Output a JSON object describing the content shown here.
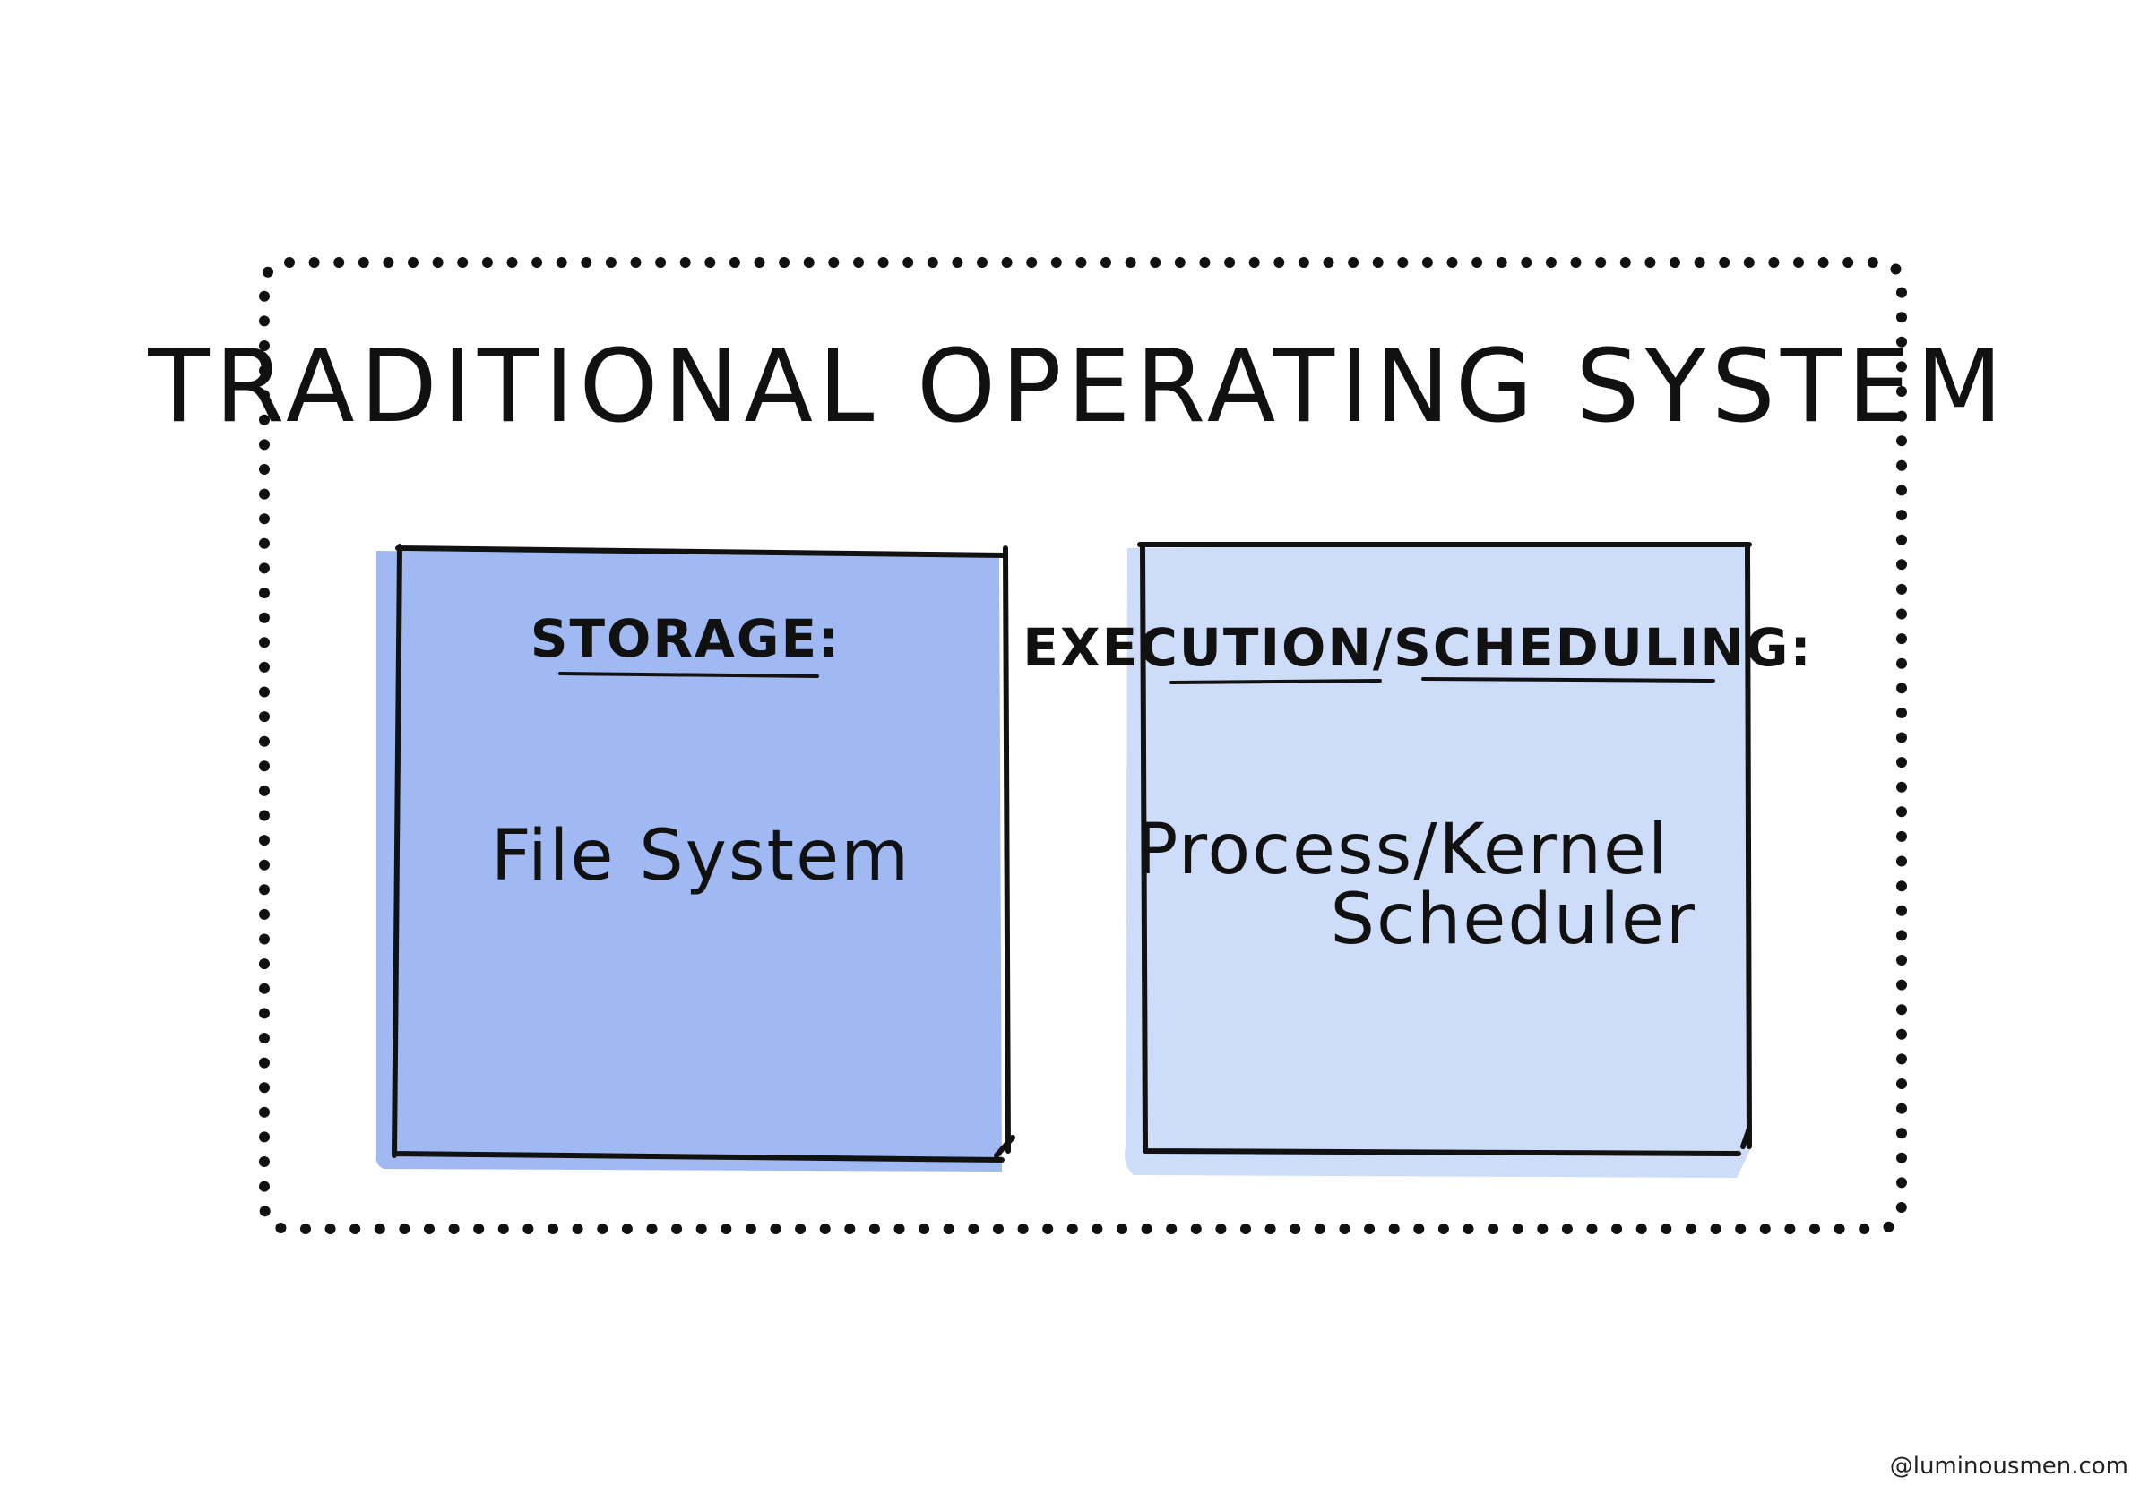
{
  "title": "TRADITIONAL OPERATING SYSTEM",
  "boxes": [
    {
      "heading": "STORAGE:",
      "lines": [
        "File System"
      ],
      "fill": "#a0b9f2"
    },
    {
      "heading": "EXECUTION/SCHEDULING:",
      "lines": [
        "Process/Kernel",
        "Scheduler"
      ],
      "fill": "#cddcf9"
    }
  ],
  "credit": "@luminousmen.com"
}
